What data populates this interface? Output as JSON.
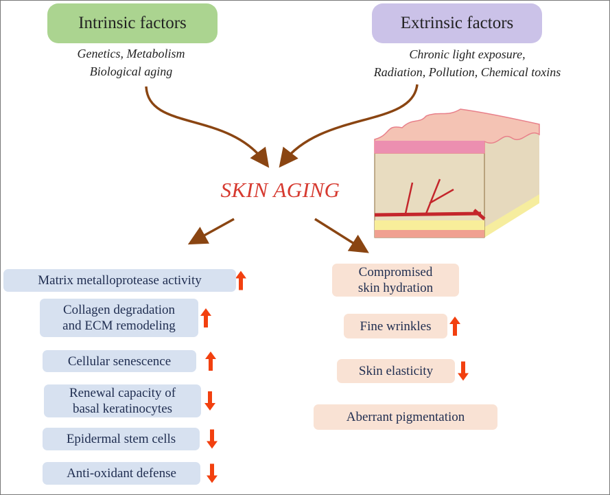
{
  "intrinsic": {
    "title": "Intrinsic factors",
    "lines": [
      "Genetics, Metabolism",
      "Biological aging"
    ]
  },
  "extrinsic": {
    "title": "Extrinsic factors",
    "lines": [
      "Chronic light exposure,",
      "Radiation, Pollution, Chemical toxins"
    ]
  },
  "center_title": "SKIN AGING",
  "left_effects": [
    {
      "lines": [
        "Matrix metalloprotease activity"
      ],
      "trend": "up"
    },
    {
      "lines": [
        "Collagen degradation",
        "and ECM remodeling"
      ],
      "trend": "up"
    },
    {
      "lines": [
        "Cellular senescence"
      ],
      "trend": "up"
    },
    {
      "lines": [
        "Renewal capacity of",
        "basal keratinocytes"
      ],
      "trend": "down"
    },
    {
      "lines": [
        "Epidermal stem cells"
      ],
      "trend": "down"
    },
    {
      "lines": [
        "Anti-oxidant defense"
      ],
      "trend": "down"
    }
  ],
  "right_effects": [
    {
      "lines": [
        "Compromised",
        "skin hydration"
      ],
      "trend": "none"
    },
    {
      "lines": [
        "Fine wrinkles"
      ],
      "trend": "up"
    },
    {
      "lines": [
        "Skin elasticity"
      ],
      "trend": "down"
    },
    {
      "lines": [
        "Aberrant pigmentation"
      ],
      "trend": "none"
    }
  ],
  "colors": {
    "intrinsic": "#abd490",
    "extrinsic": "#cbc2e8",
    "arrow": "#8a4512",
    "trend": "#f2400f",
    "title": "#d63a30"
  }
}
